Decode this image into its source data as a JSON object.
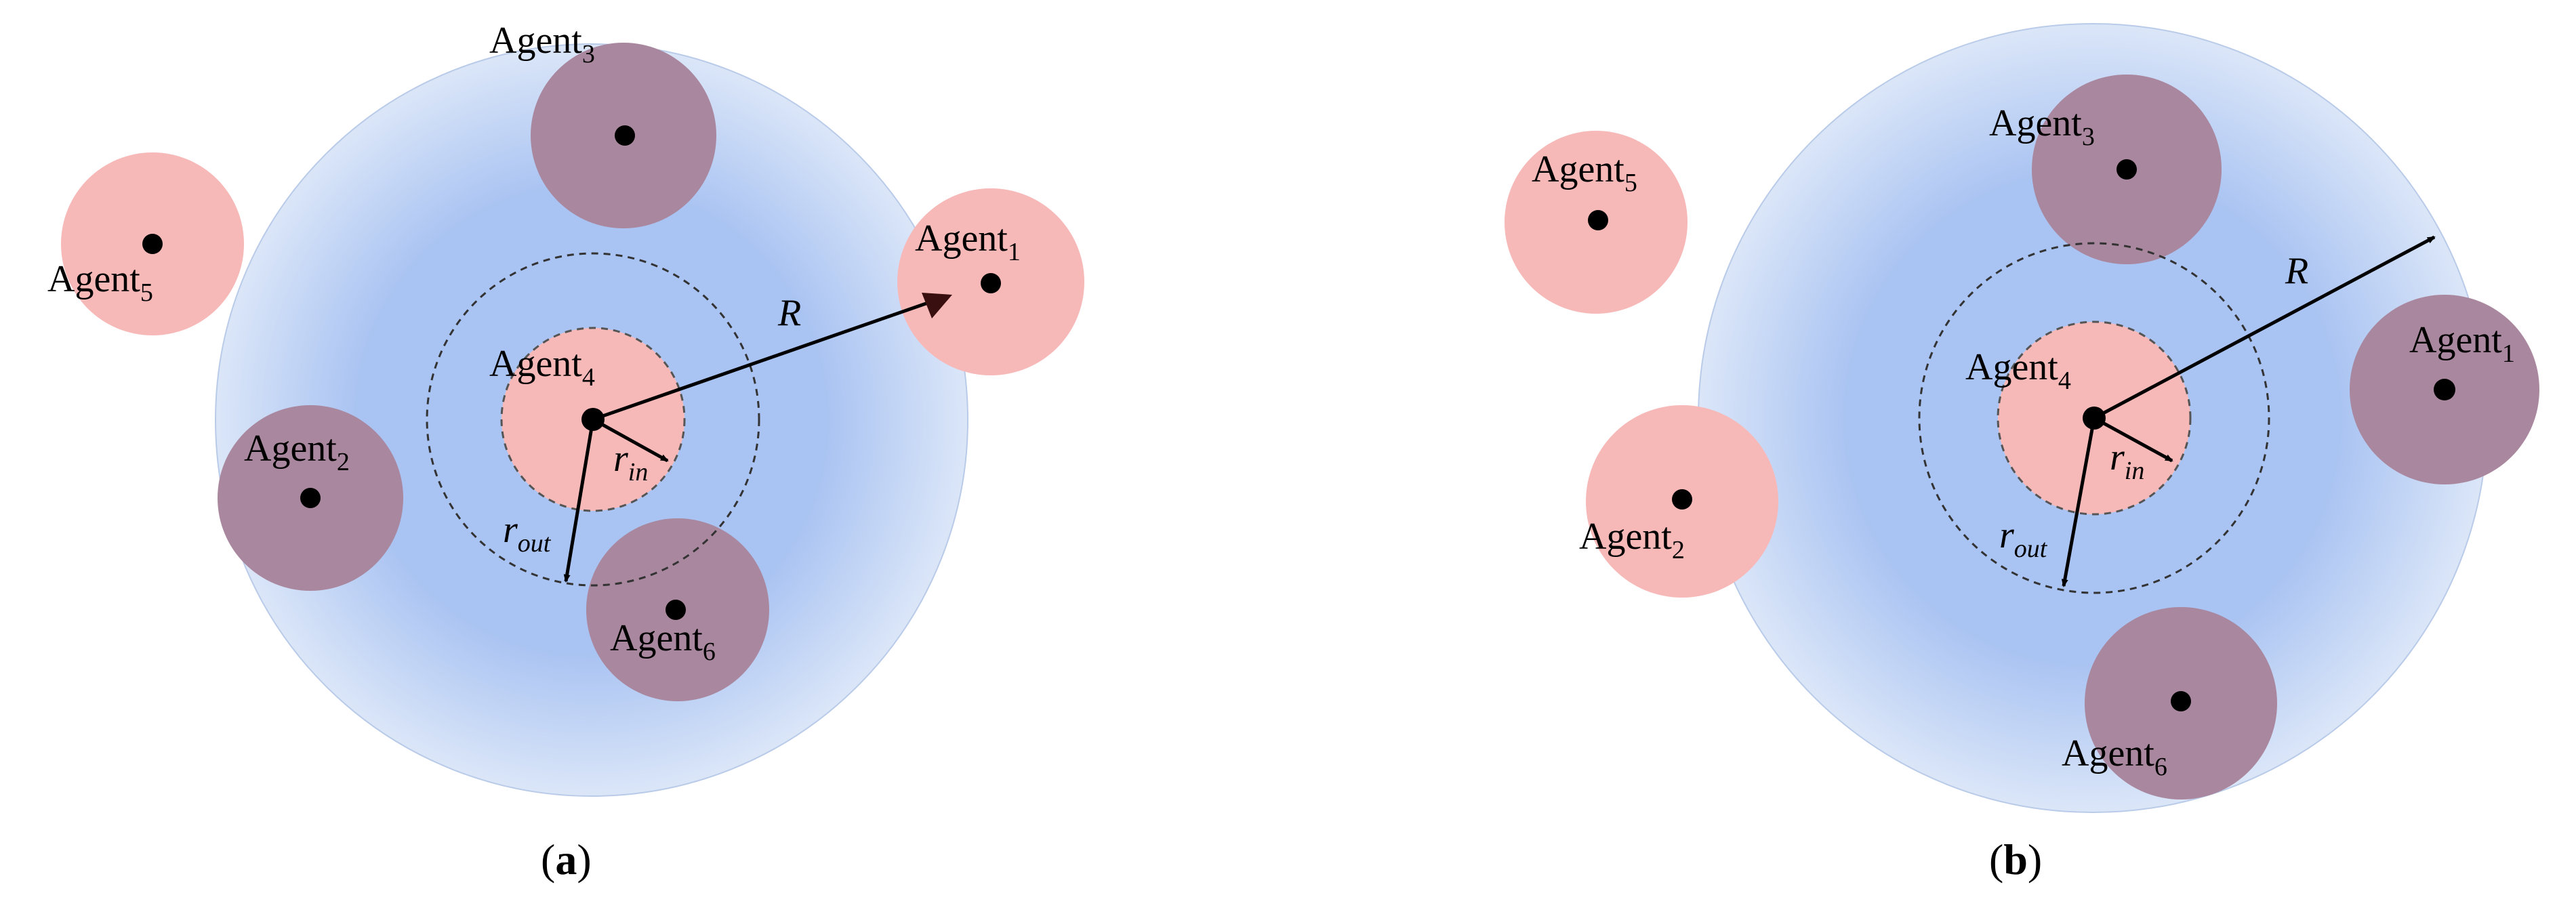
{
  "colors": {
    "perception_center": "#a9c3f2",
    "perception_edge": "#dbe6f8",
    "perception_stroke": "#b9cbe8",
    "agent_disc": "#f7b8b8",
    "agent_disc_overlap": "#a9879e",
    "dot": "#000000",
    "arrow": "#000000",
    "arrow_R_head_a": "#3a0f0f"
  },
  "panels": [
    {
      "caption": {
        "open": "(",
        "letter": "a",
        "close": ")"
      },
      "radius_label": "R",
      "r_in": {
        "base": "r",
        "sub": "in"
      },
      "r_out": {
        "base": "r",
        "sub": "out"
      },
      "agents": [
        {
          "base": "Agent",
          "sub": "1"
        },
        {
          "base": "Agent",
          "sub": "2"
        },
        {
          "base": "Agent",
          "sub": "3"
        },
        {
          "base": "Agent",
          "sub": "4"
        },
        {
          "base": "Agent",
          "sub": "5"
        },
        {
          "base": "Agent",
          "sub": "6"
        }
      ]
    },
    {
      "caption": {
        "open": "(",
        "letter": "b",
        "close": ")"
      },
      "radius_label": "R",
      "r_in": {
        "base": "r",
        "sub": "in"
      },
      "r_out": {
        "base": "r",
        "sub": "out"
      },
      "agents": [
        {
          "base": "Agent",
          "sub": "1"
        },
        {
          "base": "Agent",
          "sub": "2"
        },
        {
          "base": "Agent",
          "sub": "3"
        },
        {
          "base": "Agent",
          "sub": "4"
        },
        {
          "base": "Agent",
          "sub": "5"
        },
        {
          "base": "Agent",
          "sub": "6"
        }
      ]
    }
  ]
}
